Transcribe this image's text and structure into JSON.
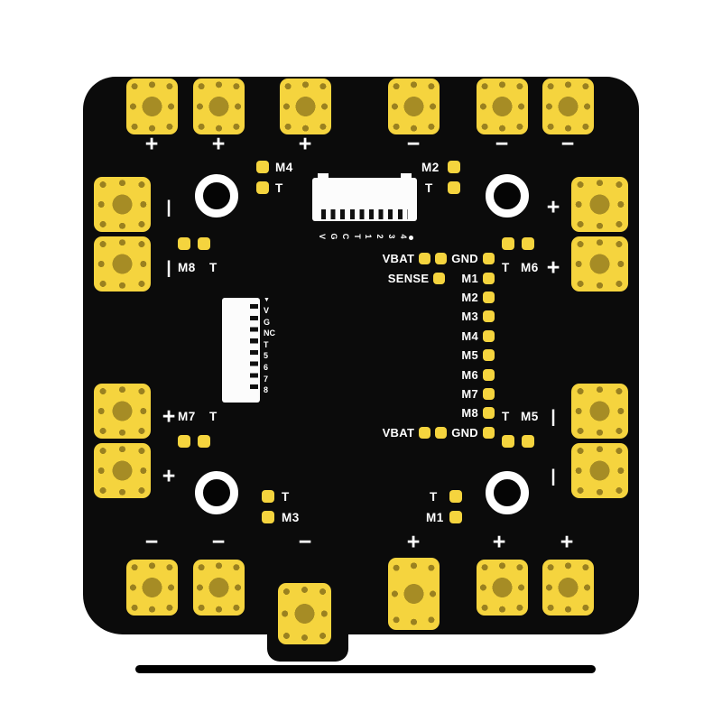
{
  "labels": {
    "top_left": {
      "m": "M4",
      "t": "T"
    },
    "top_right": {
      "m": "M2",
      "t": "T"
    },
    "mid_left": {
      "m": "M8",
      "t": "T"
    },
    "mid_right": {
      "m": "M6",
      "t": "T"
    },
    "low_left": {
      "m": "M7",
      "t": "T"
    },
    "low_right": {
      "m": "M5",
      "t": "T"
    },
    "bottom_left": {
      "m": "M3",
      "t": "T"
    },
    "bottom_right": {
      "m": "M1",
      "t": "T"
    }
  },
  "center": {
    "vbat_top": "VBAT",
    "gnd_top": "GND",
    "sense": "SENSE",
    "motors": [
      "M1",
      "M2",
      "M3",
      "M4",
      "M5",
      "M6",
      "M7",
      "M8"
    ],
    "vbat_bottom": "VBAT",
    "gnd_bottom": "GND"
  },
  "polarity": {
    "top": [
      "+",
      "+",
      "+",
      "−",
      "−",
      "−"
    ],
    "bottom": [
      "−",
      "−",
      "−",
      "+",
      "+",
      "+"
    ],
    "left": [
      "|",
      "|",
      "+",
      "+"
    ],
    "right": [
      "+",
      "+",
      "|",
      "|"
    ]
  },
  "top_connector": {
    "pins": [
      "V",
      "G",
      "C",
      "T",
      "1",
      "2",
      "3",
      "4"
    ],
    "dot": ""
  },
  "left_connector": {
    "marker": "▼",
    "pins": [
      "V",
      "G",
      "NC",
      "T",
      "5",
      "6",
      "7",
      "8"
    ]
  },
  "colors": {
    "board": "#0b0b0b",
    "pad": "#f5d43e",
    "pad_hole": "#a68c25",
    "text": "#ffffff",
    "background": "#ffffff"
  }
}
